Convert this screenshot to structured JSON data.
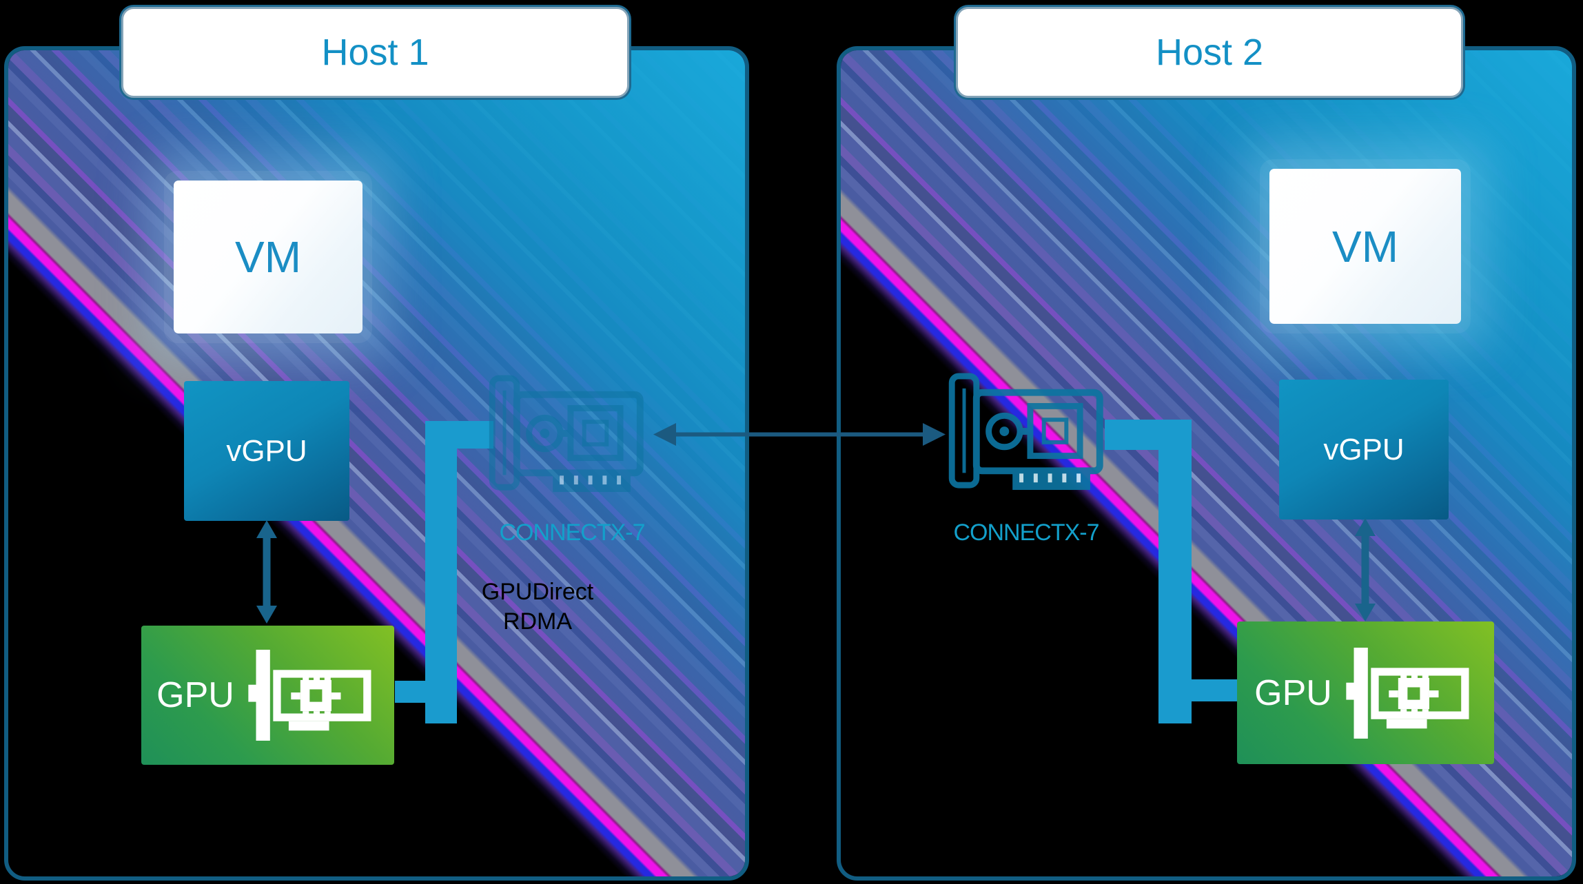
{
  "hosts": [
    {
      "title": "Host 1",
      "vm": "VM",
      "vgpu": "vGPU",
      "gpu": "GPU",
      "nic": "CONNECTX-7"
    },
    {
      "title": "Host 2",
      "vm": "VM",
      "vgpu": "vGPU",
      "gpu": "GPU",
      "nic": "CONNECTX-7"
    }
  ],
  "labels": {
    "rdma_line1": "GPUDirect",
    "rdma_line2": "RDMA"
  },
  "icons": {
    "nic": "network-card-icon",
    "gpu_card": "graphics-card-icon",
    "vgpu_gpu_link": "double-arrow-vertical-icon",
    "host_link": "double-arrow-horizontal-icon"
  },
  "colors": {
    "background": "#000000",
    "host_border": "#115d82",
    "host_fill_top": "#18abdc",
    "stripe_blue": "#4a5ca2",
    "boundary_gray": "#8f9099",
    "boundary_magenta": "#ef12ea",
    "boundary_blue": "#2629e0",
    "link_cyan": "#1a9bce",
    "arrow_dark_blue": "#1b5a80",
    "title_text": "#1390c5",
    "vm_text": "#1b8dc4",
    "nic_text": "#13a0cb",
    "nic_icon": "#0d74a0",
    "gpu_green_light": "#82c024",
    "gpu_green_dark": "#1f9058",
    "vgpu_blue_light": "#1194c3",
    "vgpu_blue_dark": "#085a85"
  }
}
